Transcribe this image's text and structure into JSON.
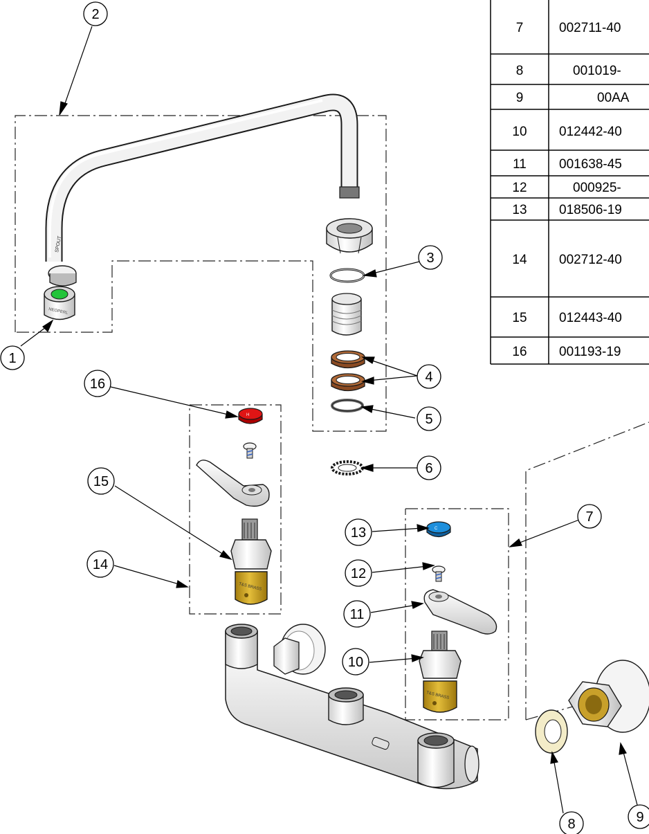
{
  "parts_table": {
    "rows": [
      {
        "item": "7",
        "part": "002711-40"
      },
      {
        "item": "8",
        "part": "001019-"
      },
      {
        "item": "9",
        "part": "00AA"
      },
      {
        "item": "10",
        "part": "012442-40"
      },
      {
        "item": "11",
        "part": "001638-45"
      },
      {
        "item": "12",
        "part": "000925-"
      },
      {
        "item": "13",
        "part": "018506-19"
      },
      {
        "item": "14",
        "part": "002712-40"
      },
      {
        "item": "15",
        "part": "012443-40"
      },
      {
        "item": "16",
        "part": "001193-19"
      }
    ]
  },
  "callouts": [
    "1",
    "2",
    "3",
    "4",
    "5",
    "6",
    "7",
    "8",
    "9",
    "10",
    "11",
    "12",
    "13",
    "14",
    "15",
    "16"
  ],
  "part_colors": {
    "aerator_insert": "#22c43a",
    "handle_cap_hot": "#e01515",
    "handle_cap_cold": "#1e8fdc",
    "washer_copper": "#8a4a22",
    "cartridge_brass": "#c9a019",
    "chrome_light": "#f4f4f4",
    "outline": "#1a1a1a"
  }
}
